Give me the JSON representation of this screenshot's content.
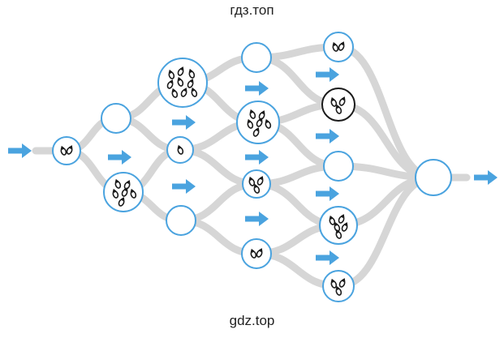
{
  "watermark_top": "гдз.топ",
  "watermark_bottom": "gdz.top",
  "colors": {
    "pipe": "#d6d6d6",
    "node_stroke": "#4aa3df",
    "highlight_stroke": "#1a1a1a",
    "arrow": "#4aa3df",
    "fish": "#1a1a1a"
  },
  "icons": {
    "arrow": "right-arrow-icon",
    "fish": "fish-icon"
  },
  "nodes": [
    {
      "id": "n0",
      "fish": 2,
      "highlight": false
    },
    {
      "id": "n1a",
      "fish": 0,
      "highlight": false
    },
    {
      "id": "n1b",
      "fish": 6,
      "highlight": false
    },
    {
      "id": "n2a",
      "fish": 9,
      "highlight": false
    },
    {
      "id": "n2b",
      "fish": 1,
      "highlight": false
    },
    {
      "id": "n2c",
      "fish": 0,
      "highlight": false
    },
    {
      "id": "n3a",
      "fish": 0,
      "highlight": false
    },
    {
      "id": "n3b",
      "fish": 6,
      "highlight": false
    },
    {
      "id": "n3c",
      "fish": 3,
      "highlight": false
    },
    {
      "id": "n3d",
      "fish": 2,
      "highlight": false
    },
    {
      "id": "n4a",
      "fish": 2,
      "highlight": false
    },
    {
      "id": "n4b",
      "fish": 3,
      "highlight": true
    },
    {
      "id": "n4c",
      "fish": 0,
      "highlight": false
    },
    {
      "id": "n4d",
      "fish": 5,
      "highlight": false
    },
    {
      "id": "n4e",
      "fish": 3,
      "highlight": false
    },
    {
      "id": "n5",
      "fish": 0,
      "highlight": false
    }
  ]
}
